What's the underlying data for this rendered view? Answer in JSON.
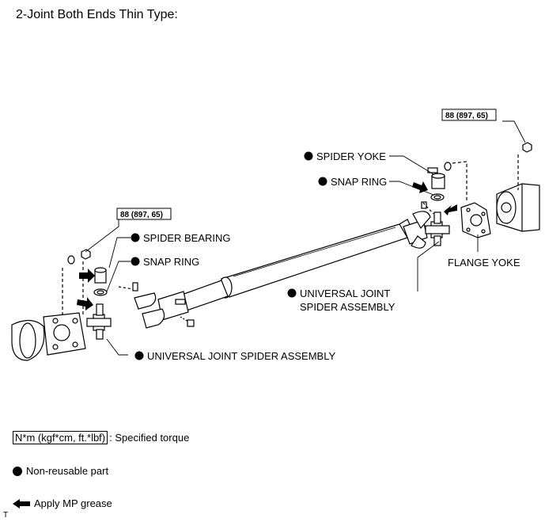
{
  "title": "2-Joint Both Ends Thin Type:",
  "torque_left": "88 (897, 65)",
  "torque_right": "88 (897, 65)",
  "labels": {
    "spider_bearing": "SPIDER BEARING",
    "snap_ring_left": "SNAP RING",
    "ujsa_left": "UNIVERSAL JOINT SPIDER ASSEMBLY",
    "spider_yoke": "SPIDER YOKE",
    "snap_ring_right": "SNAP RING",
    "flange_yoke": "FLANGE YOKE",
    "ujsa_right_1": "UNIVERSAL JOINT",
    "ujsa_right_2": "SPIDER ASSEMBLY"
  },
  "legend": {
    "torque_box": "N*m (kgf*cm, ft.*lbf)",
    "torque_text": ": Specified torque",
    "nonreusable": "Non-reusable part",
    "grease": "Apply MP grease"
  },
  "corner": "T"
}
